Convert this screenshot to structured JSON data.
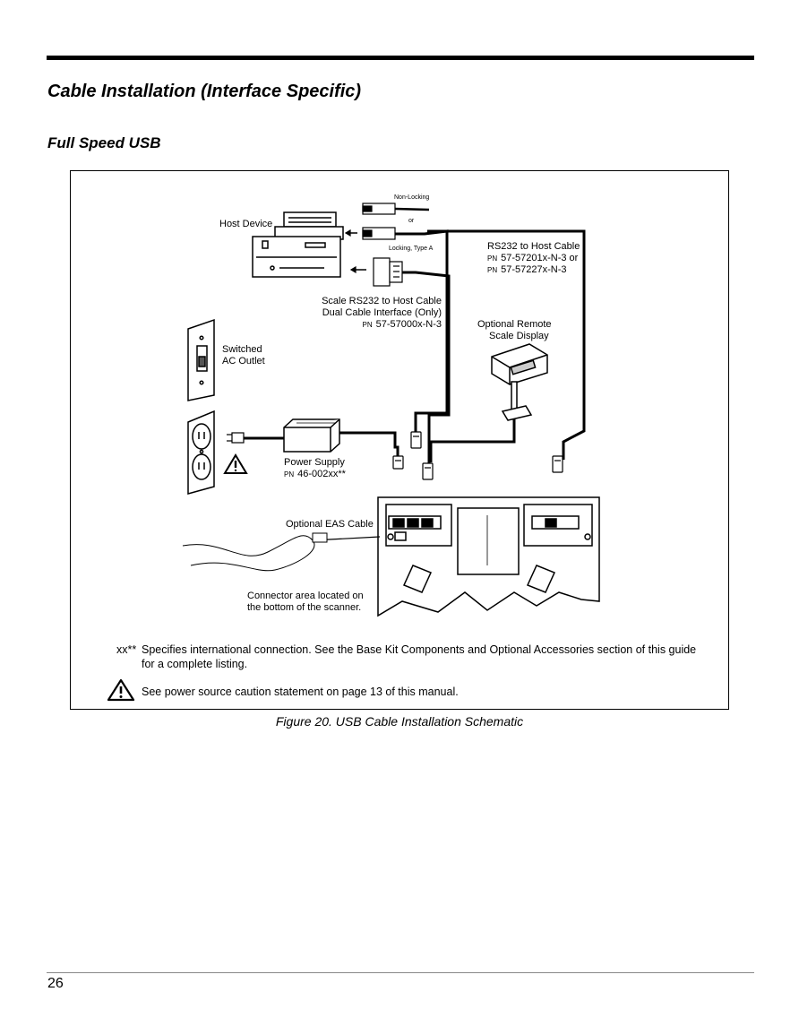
{
  "page": {
    "section_title": "Cable Installation (Interface Specific)",
    "subsection_title": "Full Speed USB",
    "figure_caption": "Figure 20. USB Cable Installation Schematic",
    "page_number": "26"
  },
  "diagram": {
    "host_device": "Host Device",
    "non_locking": "Non-Locking",
    "or": "or",
    "locking_type_a": "Locking, Type A",
    "rs232_host_cable": {
      "title": "RS232 to Host Cable",
      "pn_prefix": "PN",
      "pn1": "57-57201x-N-3 or",
      "pn2": "57-57227x-N-3"
    },
    "scale_rs232_cable": {
      "line1": "Scale RS232 to Host Cable",
      "line2": "Dual Cable Interface (Only)",
      "pn_prefix": "PN",
      "pn": "57-57000x-N-3"
    },
    "remote_display": {
      "line1": "Optional Remote",
      "line2": "Scale Display"
    },
    "switched_outlet": {
      "line1": "Switched",
      "line2": "AC Outlet"
    },
    "power_supply": {
      "title": "Power Supply",
      "pn_prefix": "PN",
      "pn": "46-002xx**"
    },
    "eas_cable": "Optional EAS Cable",
    "connector_area": {
      "line1": "Connector area located on",
      "line2": "the bottom of the scanner."
    }
  },
  "notes": {
    "intl_mark": "xx**",
    "intl_text": "Specifies international connection.  See the Base Kit Components and Optional Accessories section of this guide for a complete listing.",
    "caution_text": "See power source caution statement on page 13 of this manual."
  }
}
